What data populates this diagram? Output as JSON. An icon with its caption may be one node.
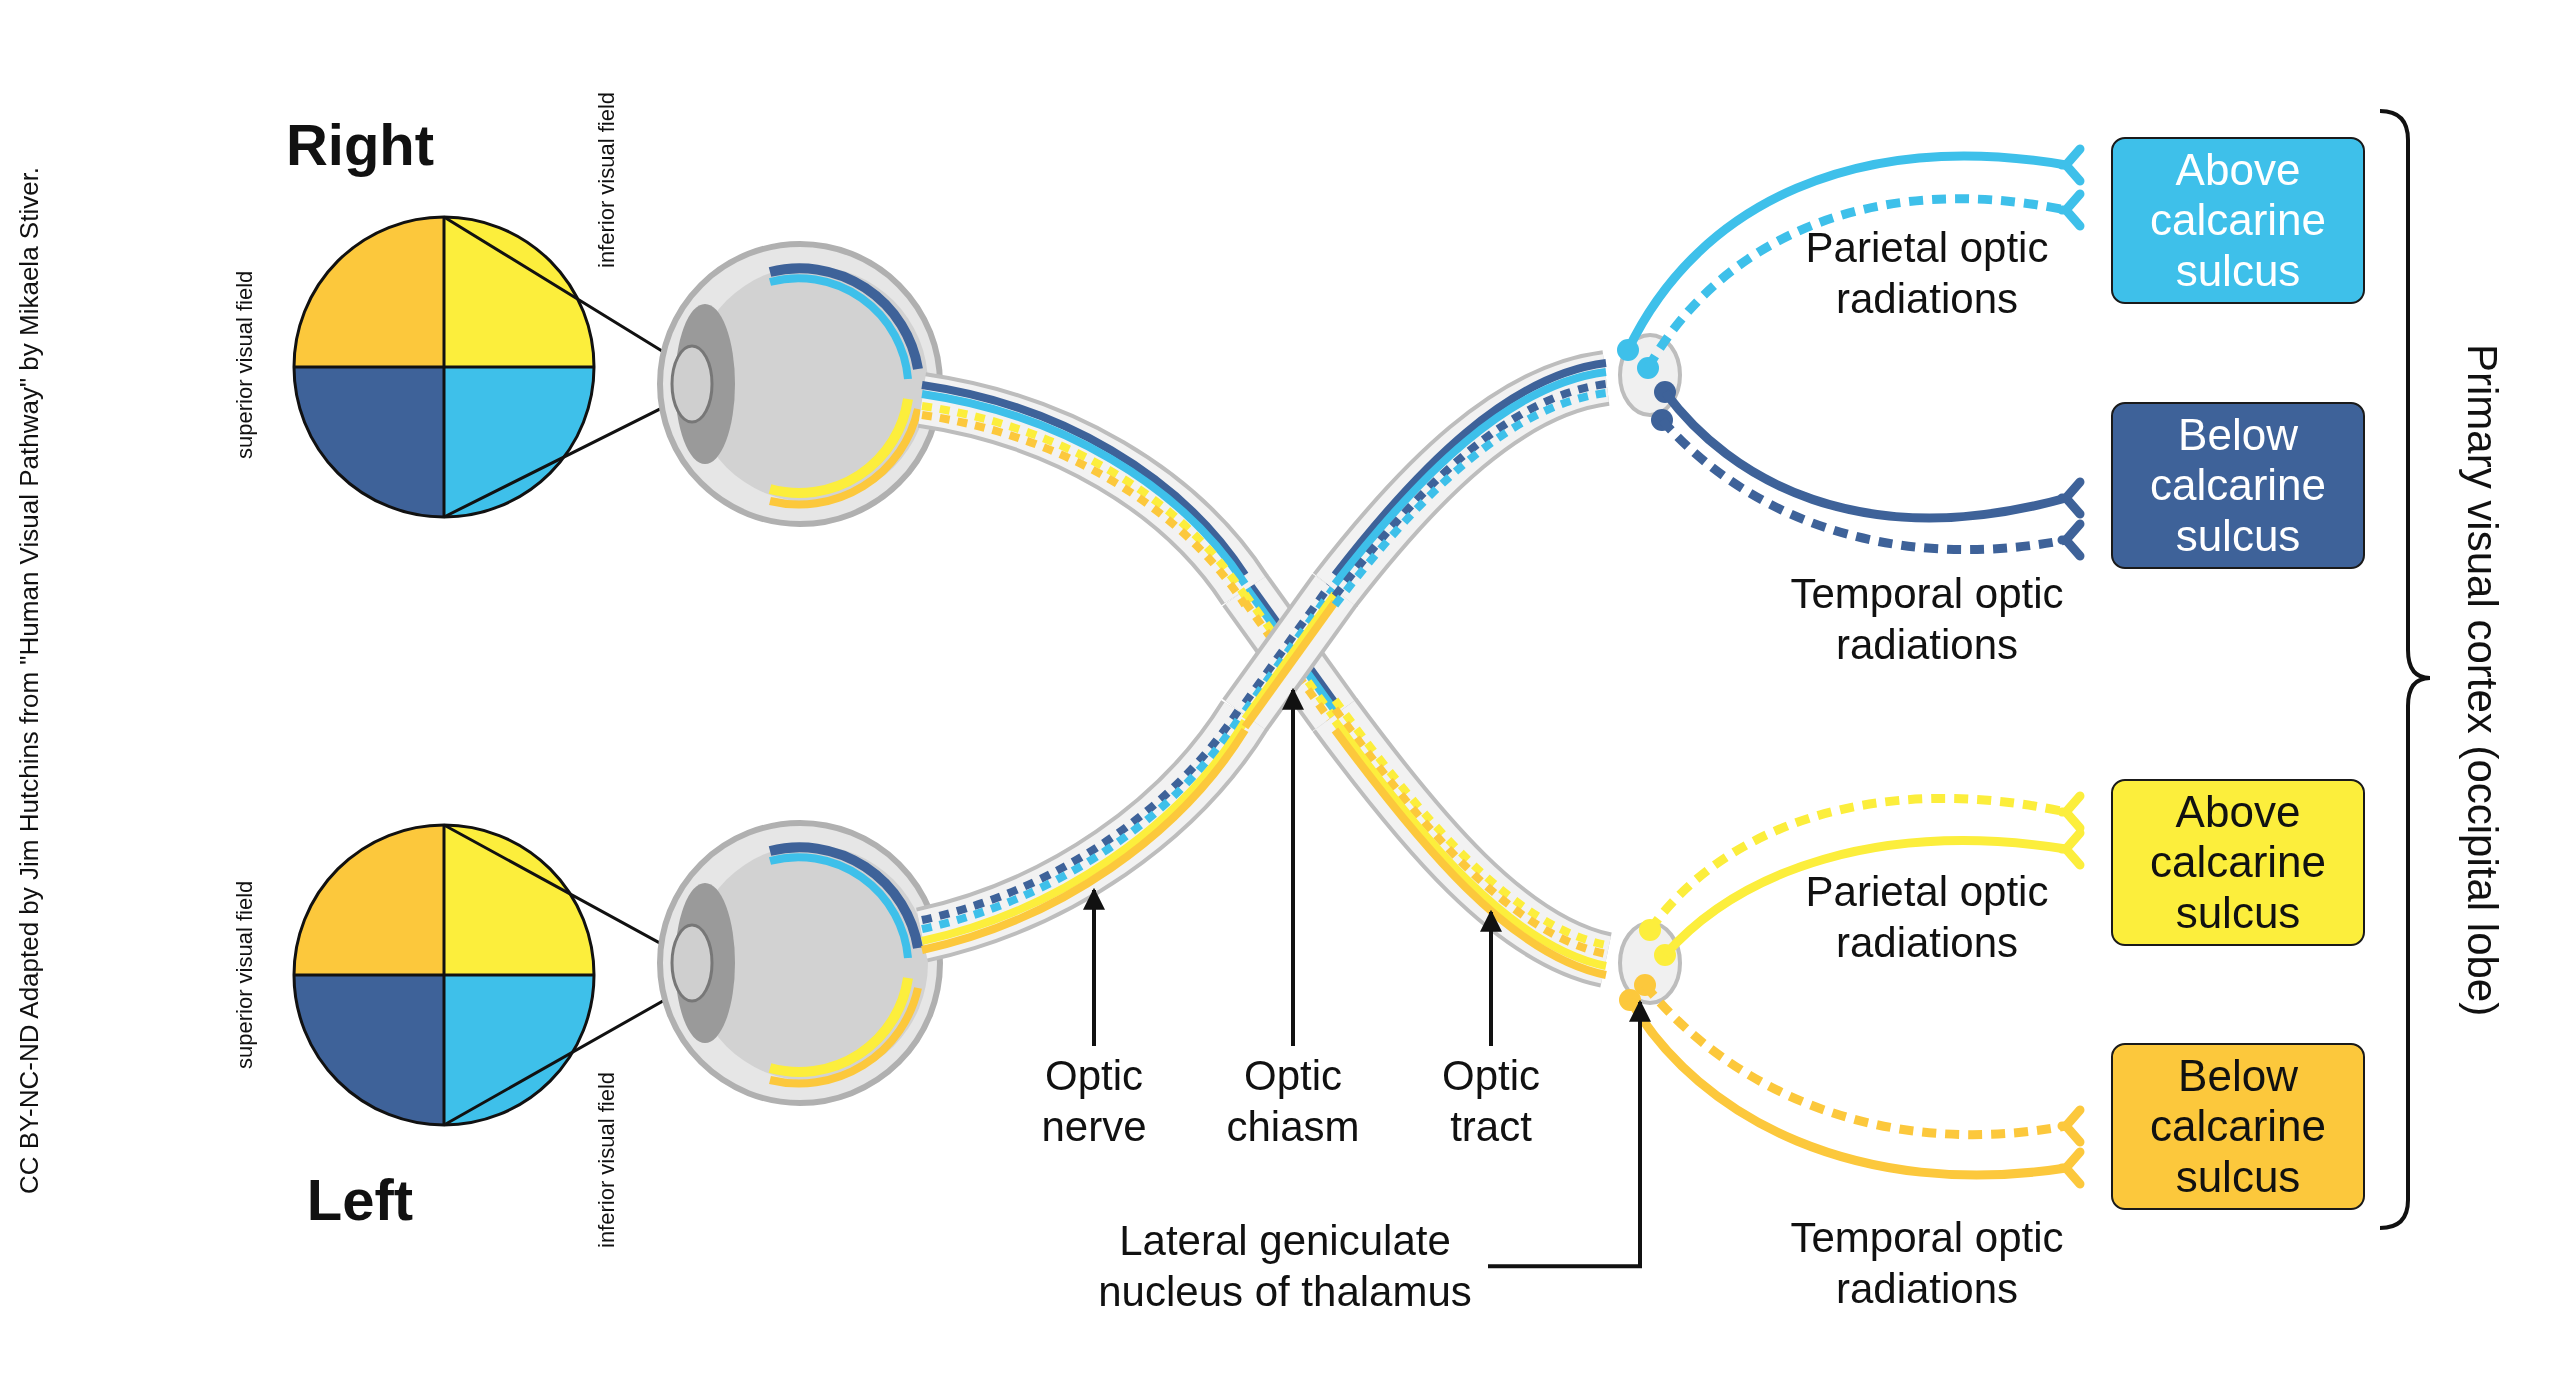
{
  "diagram": {
    "nodes": [
      {
        "text": [
          "Above calcarine sulcus"
        ]
      },
      {
        "text": [
          "Below calcarine sulcus"
        ]
      },
      {
        "text": [
          "Above calcarine sulcus"
        ]
      },
      {
        "text": [
          "Below calcarine sulcus"
        ]
      },
      {
        "text": [
          "Optic nerve"
        ]
      },
      {
        "text": [
          "Optic chiasm"
        ]
      },
      {
        "text": [
          "Optic tract"
        ]
      },
      {
        "text": [
          "Lateral geniculate nucleus of thalamus"
        ]
      },
      {
        "text": [],
        "shape": "picture"
      },
      {
        "text": [],
        "shape": "picture"
      },
      {
        "text": [],
        "shape": "picture"
      },
      {
        "text": [],
        "shape": "picture"
      }
    ],
    "edges": [
      {
        "from": 4,
        "to": 8,
        "arrow": "to"
      },
      {
        "from": 5,
        "to": 9,
        "arrow": "to"
      },
      {
        "from": 6,
        "to": 10,
        "arrow": "to"
      },
      {
        "from": 7,
        "to": 11,
        "arrow": "to"
      }
    ],
    "labels": [
      "CC BY-NC-ND Adapted by Jim Hutchins from \"Human Visual Pathway\" by Mikaela Stiver.",
      "Right",
      "superior visual field",
      "inferior visual field",
      "Parietal optic radiations",
      "Temporal optic radiations",
      "Primary visual cortex (occipital lobe)",
      "Parietal optic radiations",
      "Temporal optic radiations",
      "superior visual field",
      "inferior visual field",
      "Left"
    ]
  }
}
